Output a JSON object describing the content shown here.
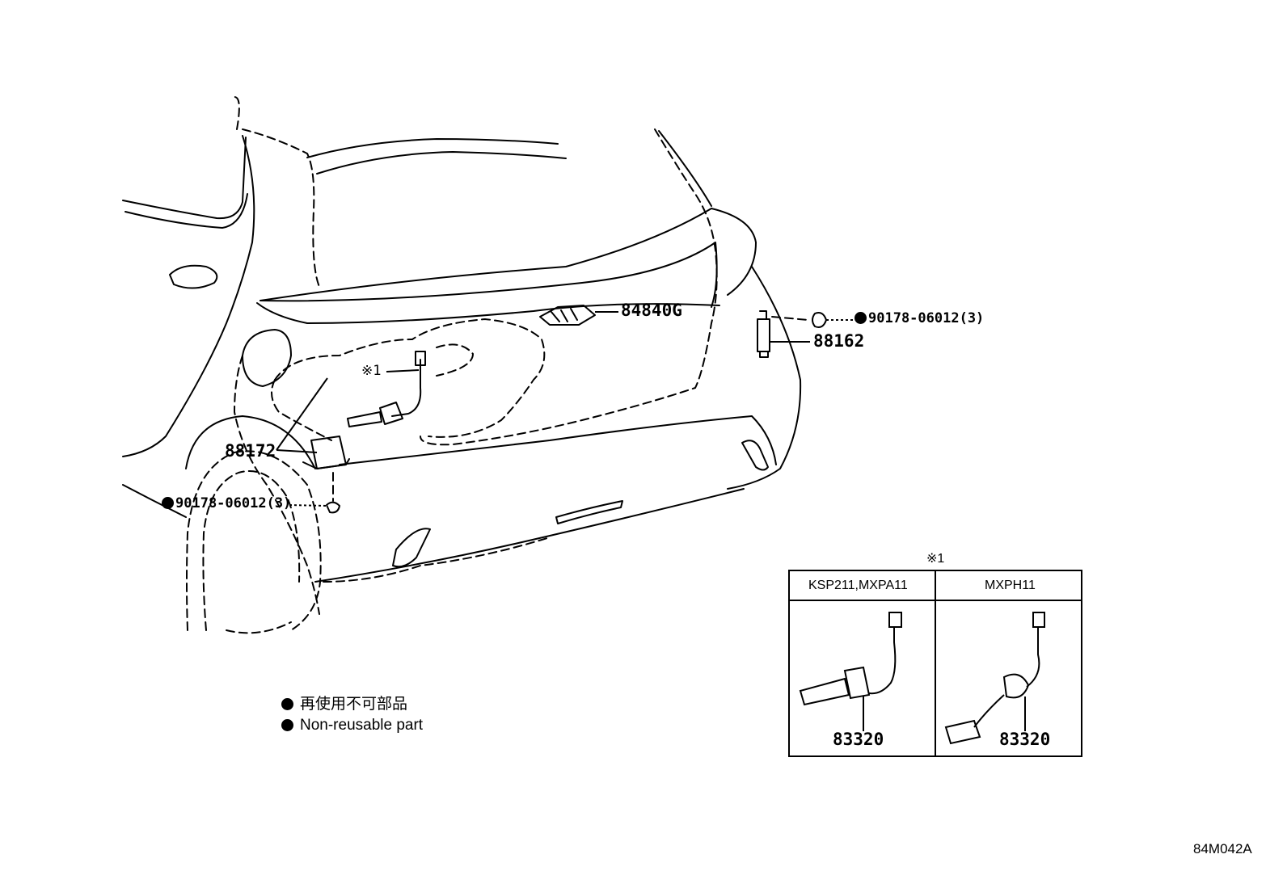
{
  "parts": {
    "p84840g": "84840G",
    "p88162": "88162",
    "p88172": "88172",
    "bolt_right": "90178-06012(3)",
    "bolt_left": "90178-06012(3)",
    "ref_mark": "※1"
  },
  "inset": {
    "title": "※1",
    "col_left_header": "KSP211,MXPA11",
    "col_right_header": "MXPH11",
    "col_left_part": "83320",
    "col_right_part": "83320"
  },
  "legend": {
    "line_jp": "再使用不可部品",
    "line_en": "Non-reusable part"
  },
  "diagram_code": "84M042A"
}
